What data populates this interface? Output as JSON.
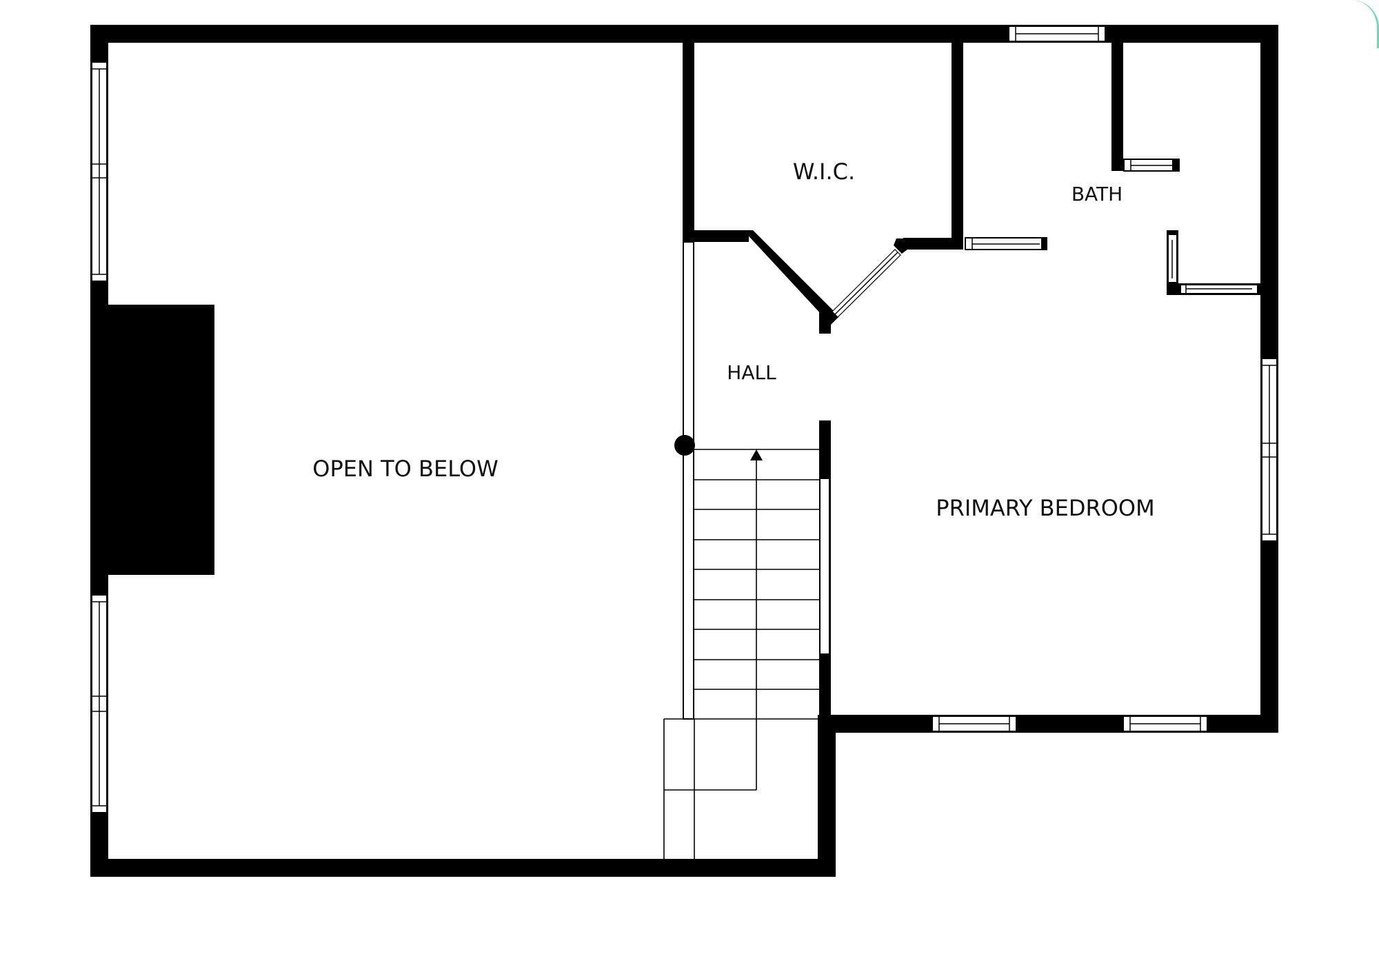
{
  "rooms": {
    "open_to_below": "OPEN TO BELOW",
    "wic": "W.I.C.",
    "bath": "BATH",
    "hall": "HALL",
    "primary_bedroom": "PRIMARY BEDROOM"
  },
  "colors": {
    "wall": "#000000",
    "background": "#ffffff",
    "accent": "#6fd6b8"
  }
}
